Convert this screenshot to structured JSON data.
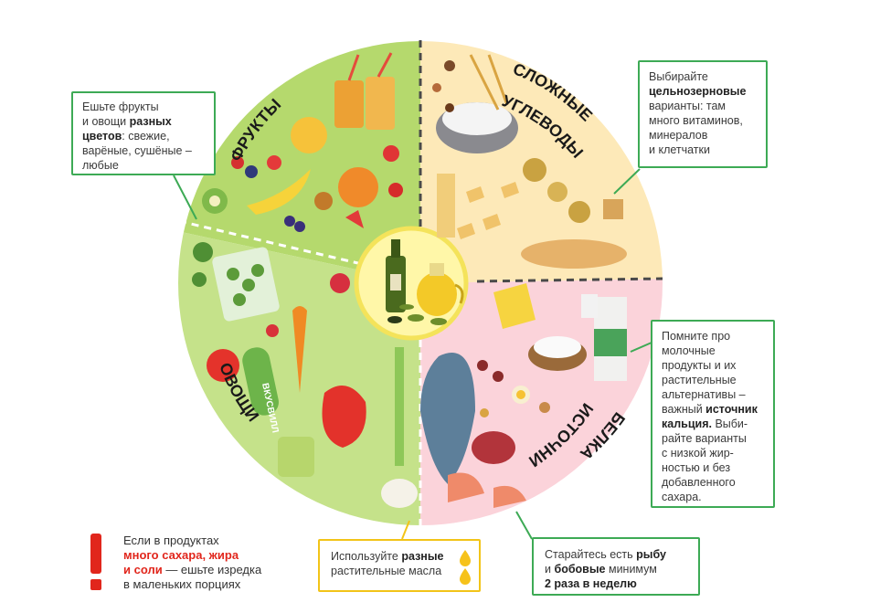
{
  "sections": {
    "fruits": {
      "label": "ФРУКТЫ",
      "color": "#b5d96d"
    },
    "carbs": {
      "label_line1": "СЛОЖНЫЕ",
      "label_line2": "УГЛЕВОДЫ",
      "color": "#fde9b8"
    },
    "vegetables": {
      "label": "ОВОЩИ",
      "color": "#c5e28a"
    },
    "protein": {
      "label_line1": "ИСТОЧНИКИ",
      "label_line2": "БЕЛКА",
      "color": "#fbd3da"
    },
    "center": {
      "color": "#fff7a8",
      "ring": "#f4e35a"
    }
  },
  "package_brand": "ВКУСВИЛЛ",
  "callouts": {
    "fruits": {
      "t1": "Ешьте фрукты",
      "t2": "и овощи ",
      "b1": "разных",
      "b2": "цветов",
      "t3": ": свежие,",
      "t4": "варёные, сушёные –",
      "t5": "любые"
    },
    "carbs": {
      "t1": "Выбирайте",
      "b1": "цельнозерновые",
      "t2": "варианты: там",
      "t3": "много витаминов,",
      "t4": "минералов",
      "t5": "и клетчатки"
    },
    "dairy": {
      "t1": "Помните про",
      "t2": "молочные",
      "t3": "продукты и их",
      "t4": "растительные",
      "t5": "альтернативы –",
      "t6": "важный ",
      "b1": "источник",
      "b2": "кальция.",
      "t7": " Выби-",
      "t8": "райте варианты",
      "t9": "с низкой жир-",
      "t10": "ностью и без",
      "t11": "добавленного",
      "t12": "сахара."
    },
    "fish": {
      "t1": "Старайтесь есть ",
      "b1": "рыбу",
      "t2": "и ",
      "b2": "бобовые",
      "t3": " минимум",
      "b3": "2 раза в неделю"
    },
    "oil": {
      "t1": "Используйте ",
      "b1": "разные",
      "t2": "растительные масла"
    }
  },
  "warning": {
    "t1": "Если в продуктах",
    "r1": "много сахара, жира",
    "r2": "и соли",
    "t2": " — ешьте изредка",
    "t3": "в маленьких порциях"
  },
  "colors": {
    "callout_border": "#3daa55",
    "oil_border": "#f2c418",
    "warning_red": "#e1261c"
  }
}
